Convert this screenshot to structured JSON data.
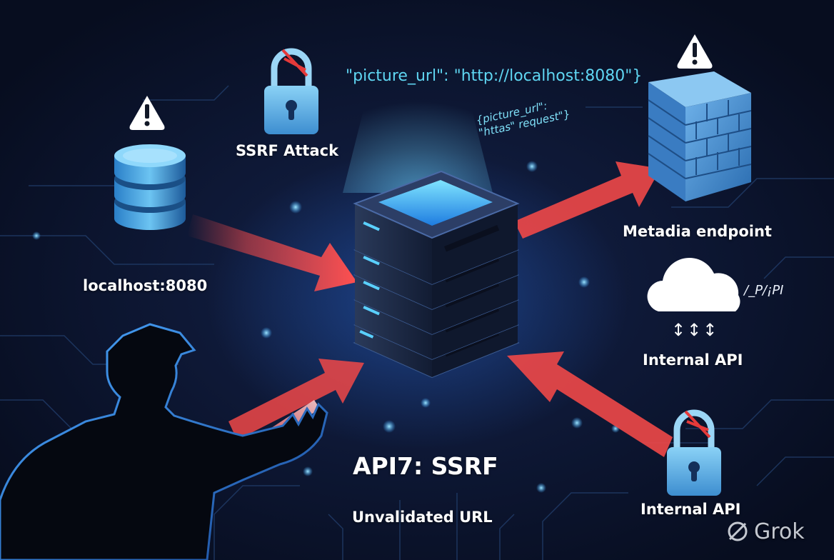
{
  "labels": {
    "localhost": "localhost:8080",
    "ssrf_attack": "SSRF Attack",
    "metadata_endpoint": "Metadia endpoint",
    "internal_api_cloud": "Internal API",
    "internal_api_lock": "Internal API",
    "title": "API7: SSRF",
    "subtitle": "Unvalidated URL"
  },
  "payloads": {
    "top": "\"picture_url\": \"http://localhost:8080\"}",
    "tilted_line1": "{picture_url\":",
    "tilted_line2": "\"httas\" request\"}"
  },
  "cloud_path_text": "/_P/¡PI",
  "cloud_arrows_text": "↕↕↕",
  "watermark": "Grok",
  "icons": [
    "warning-icon",
    "database-icon",
    "padlock-icon",
    "server-stack-icon",
    "firewall-icon",
    "cloud-icon",
    "attacker-silhouette-icon",
    "red-arrow-icon"
  ],
  "colors": {
    "background": "#0a1228",
    "glow": "#2f7be8",
    "arrow": "#f04848",
    "payload_text": "#5fd6f2",
    "label_text": "#ffffff"
  }
}
